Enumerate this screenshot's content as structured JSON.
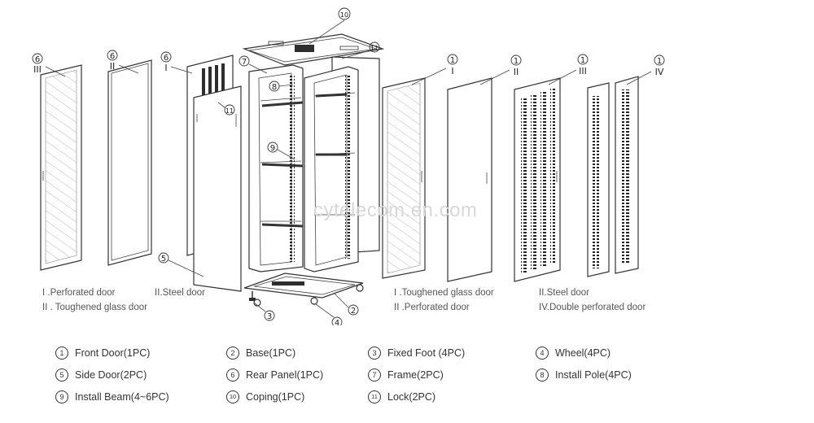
{
  "callouts": {
    "n1": "1",
    "n2": "2",
    "n3": "3",
    "n4": "4",
    "n5": "5",
    "n6": "6",
    "n7": "7",
    "n8": "8",
    "n9": "9",
    "n10": "10",
    "n11": "11"
  },
  "roman": {
    "i": "I",
    "ii": "II",
    "iii": "III",
    "iv": "IV"
  },
  "variants_left": {
    "line1_a": "I .Perforated door",
    "line1_b": "II.Steel door",
    "line2": "II .  Toughened glass door"
  },
  "variants_right": {
    "line1_a": "I .Toughened glass door",
    "line1_b": "II.Steel door",
    "line2_a": "II .Perforated door",
    "line2_b": "IV.Double perforated door"
  },
  "parts": [
    {
      "num": "1",
      "label": "Front Door(1PC)"
    },
    {
      "num": "2",
      "label": "Base(1PC)"
    },
    {
      "num": "3",
      "label": "Fixed Foot (4PC)"
    },
    {
      "num": "4",
      "label": "Wheel(4PC)"
    },
    {
      "num": "5",
      "label": "Side Door(2PC)"
    },
    {
      "num": "6",
      "label": "Rear Panel(1PC)"
    },
    {
      "num": "7",
      "label": "Frame(2PC)"
    },
    {
      "num": "8",
      "label": "Install Pole(4PC)"
    },
    {
      "num": "9",
      "label": "Install Beam(4~6PC)"
    },
    {
      "num": "10",
      "label": "Coping(1PC)"
    },
    {
      "num": "11",
      "label": "Lock(2PC)"
    }
  ],
  "watermark": "cytelecom.en.com"
}
